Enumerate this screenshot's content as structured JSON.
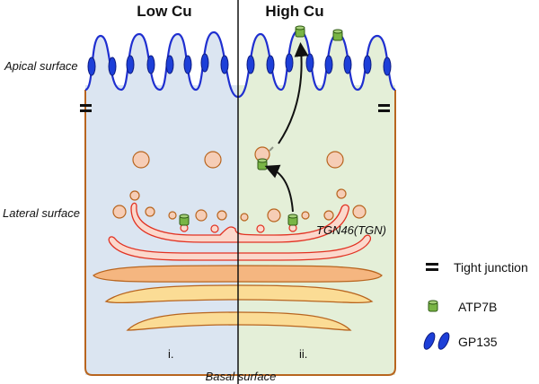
{
  "titles": {
    "left": "Low Cu",
    "right": "High Cu"
  },
  "labels": {
    "apical": "Apical surface",
    "lateral": "Lateral surface",
    "basal": "Basal surface",
    "tgn": "TGN46(TGN)",
    "panel_left": "i.",
    "panel_right": "ii."
  },
  "legend": {
    "tight_junction": "Tight junction",
    "atp7b": "ATP7B",
    "gp135": "GP135"
  },
  "colors": {
    "left_bg": "#dbe5f1",
    "right_bg": "#e4efd8",
    "membrane_blue": "#1f2fd0",
    "cell_outline": "#b8651f",
    "vesicle_fill": "#f6cdb6",
    "tgn_stroke": "#e23222",
    "tgn_fill": "#fbd8cc",
    "orange_cisterna": "#f5b680",
    "yellow_cisterna": "#fbdc95",
    "atp7b_green": "#79b545",
    "gp135_blue": "#1d3fd8"
  }
}
